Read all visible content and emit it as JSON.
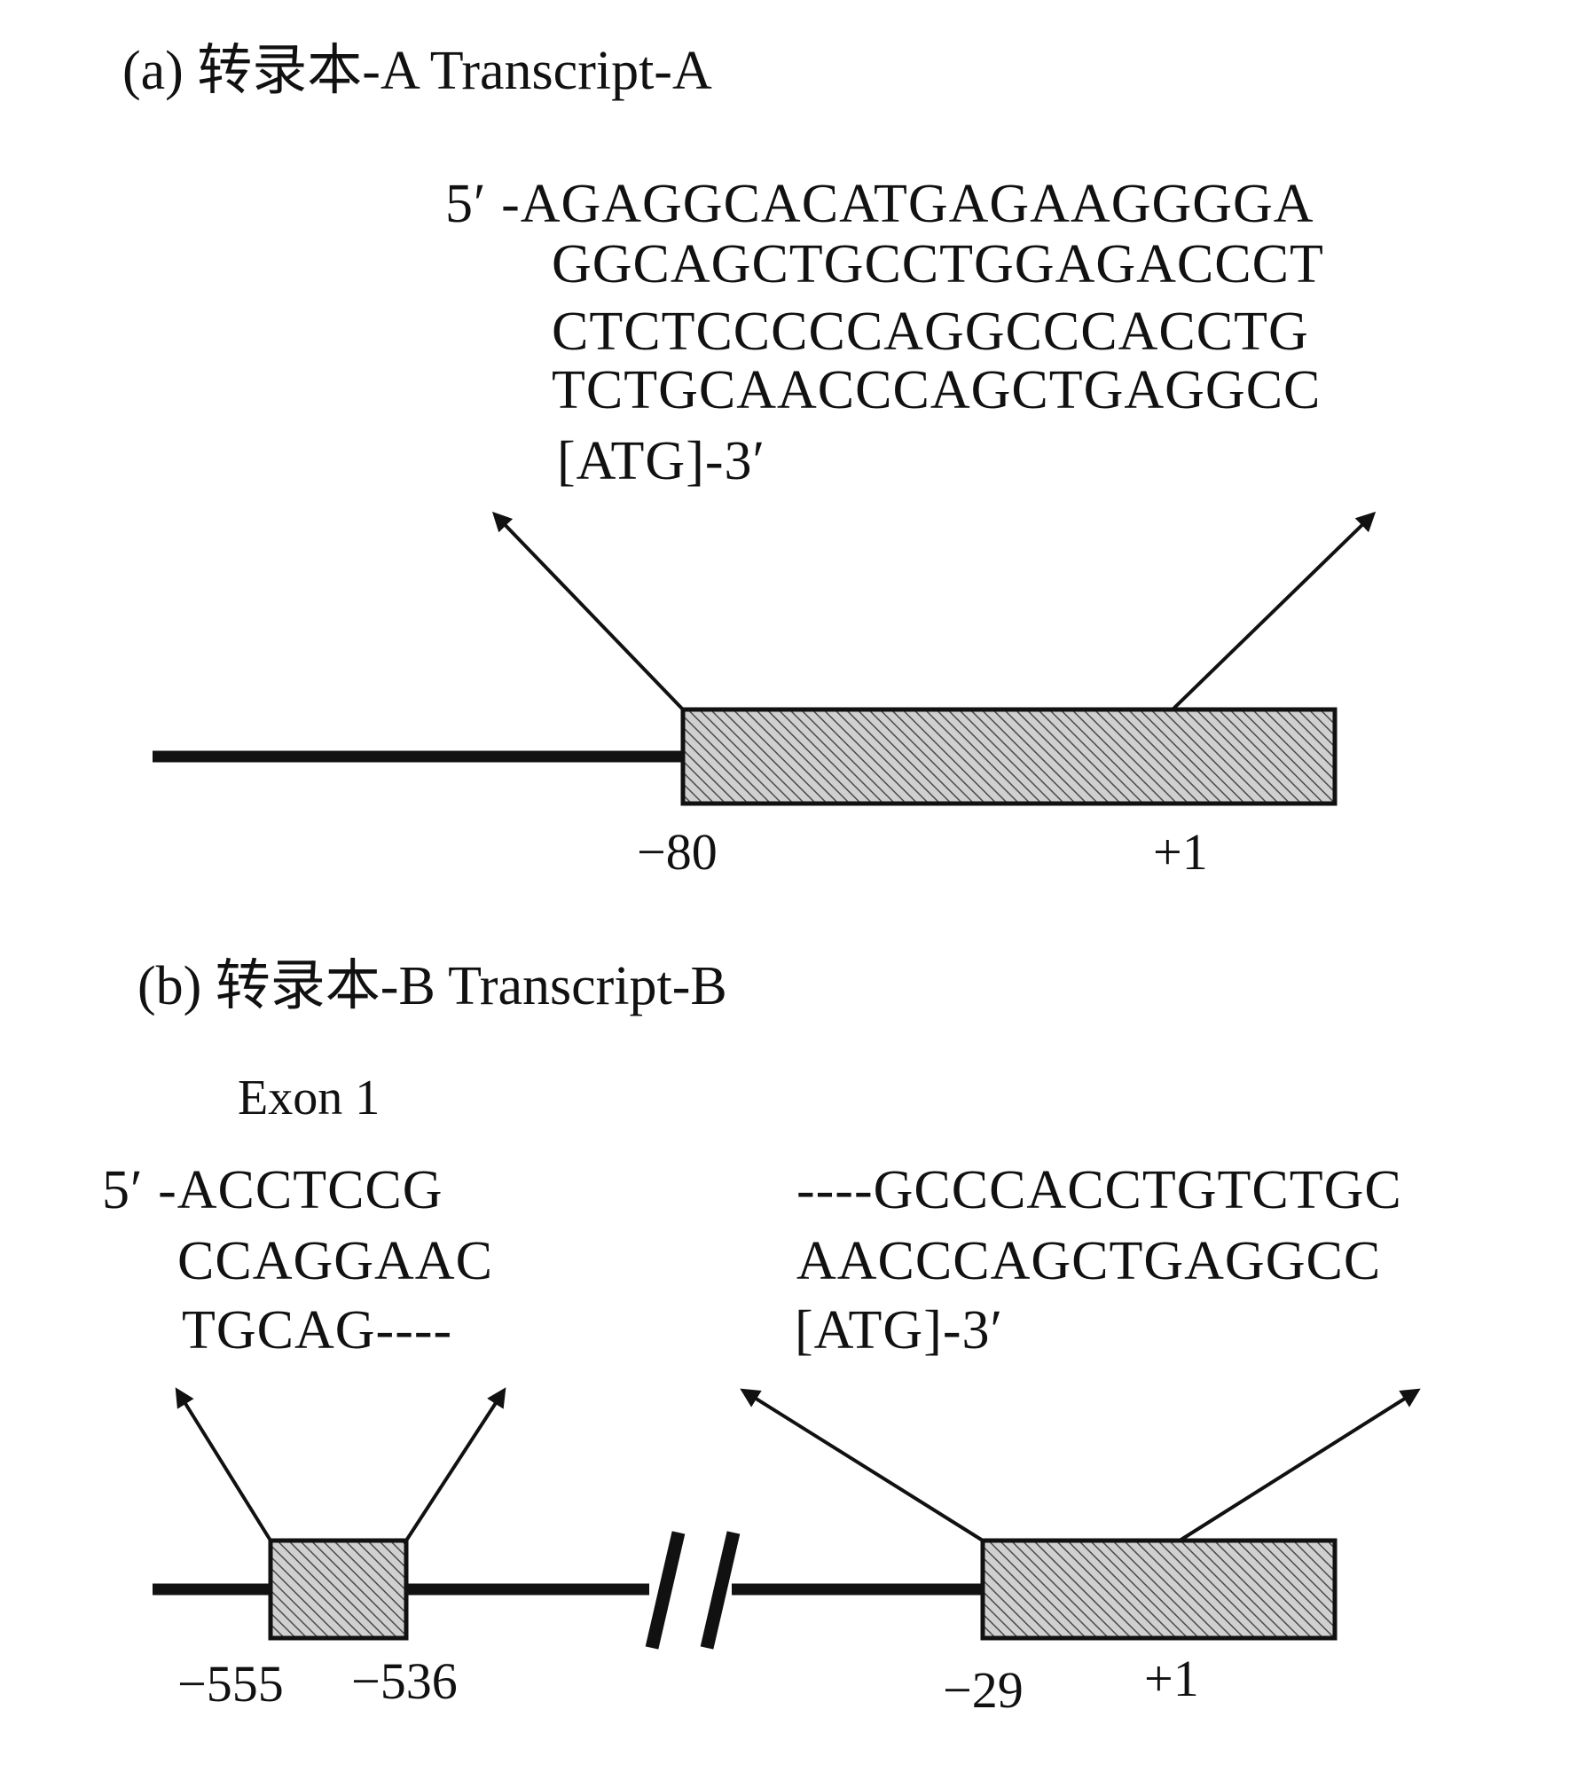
{
  "panel_a": {
    "title": "(a) 转录本-A Transcript-A",
    "sequence": [
      "5′ -AGAGGCACATGAGAAGGGGA",
      "GGCAGCTGCCTGGAGACCCT",
      "CTCTCCCCCAGGCCCACCTG",
      "TCTGCAACCCAGCTGAGGCC",
      "[ATG]-3′"
    ],
    "pos_start": "−80",
    "pos_end": "+1"
  },
  "panel_b": {
    "title": "(b) 转录本-B Transcript-B",
    "exon_label": "Exon 1",
    "left_sequence": [
      "5′ -ACCTCCG",
      "CCAGGAAC",
      "TGCAG----"
    ],
    "right_sequence": [
      "----GCCCACCTGTCTGC",
      "AACCCAGCTGAGGCC",
      "[ATG]-3′"
    ],
    "exon1_start": "−555",
    "exon1_end": "−536",
    "exon2_start": "−29",
    "exon2_end": "+1"
  },
  "colors": {
    "line": "#111111",
    "hatch_fill": "#c8c8c8",
    "hatch_stroke": "#555555",
    "background": "#ffffff"
  }
}
